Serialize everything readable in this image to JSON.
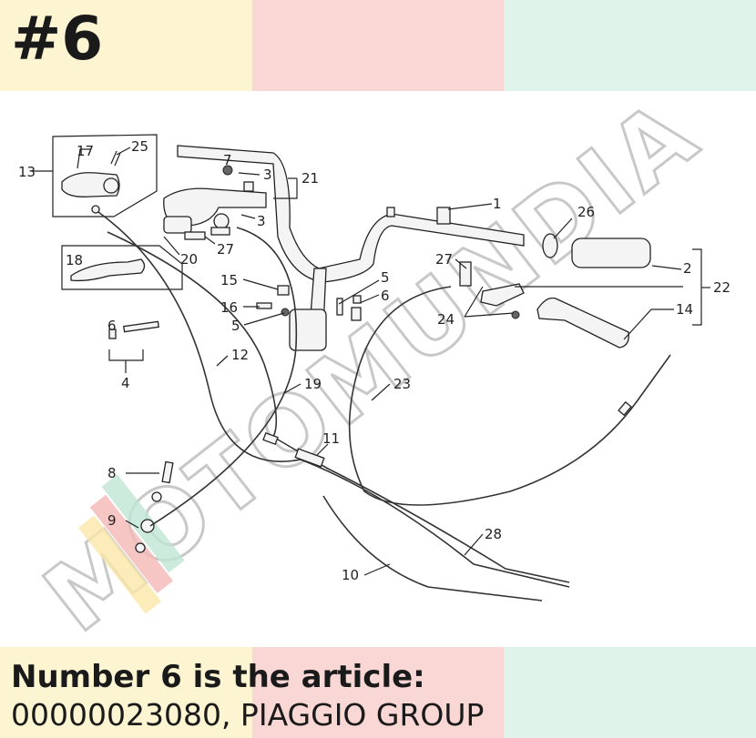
{
  "badge": "#6",
  "caption": {
    "line1": "Number 6 is the article:",
    "line2": "00000023080, PIAGGIO GROUP"
  },
  "watermark": "MOTOMUNDIA",
  "colors": {
    "yellow": "#fdf4d2",
    "pink": "#f9d7d5",
    "mint": "#dff3ea",
    "ink": "#1a1a1a"
  },
  "labels": {
    "n1": "1",
    "n2": "2",
    "n3a": "3",
    "n3b": "3",
    "n4": "4",
    "n5a": "5",
    "n5b": "5",
    "n6a": "6",
    "n6b": "6",
    "n7": "7",
    "n8": "8",
    "n9": "9",
    "n10": "10",
    "n11": "11",
    "n12": "12",
    "n13": "13",
    "n14": "14",
    "n15": "15",
    "n16": "16",
    "n17": "17",
    "n18": "18",
    "n19": "19",
    "n20": "20",
    "n21": "21",
    "n22": "22",
    "n23": "23",
    "n24": "24",
    "n25": "25",
    "n26": "26",
    "n27a": "27",
    "n27b": "27",
    "n28": "28"
  }
}
